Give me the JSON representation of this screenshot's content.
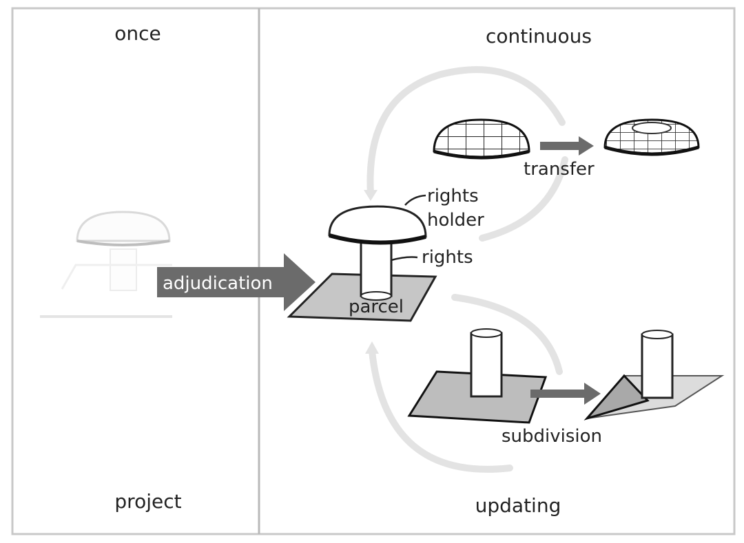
{
  "panels": {
    "left_top": "once",
    "left_bottom": "project",
    "right_top": "continuous",
    "right_bottom": "updating"
  },
  "labels": {
    "adjudication": "adjudication",
    "parcel": "parcel",
    "rights_holder_line1": "rights",
    "rights_holder_line2": "holder",
    "rights": "rights",
    "transfer": "transfer",
    "subdivision": "subdivision"
  }
}
